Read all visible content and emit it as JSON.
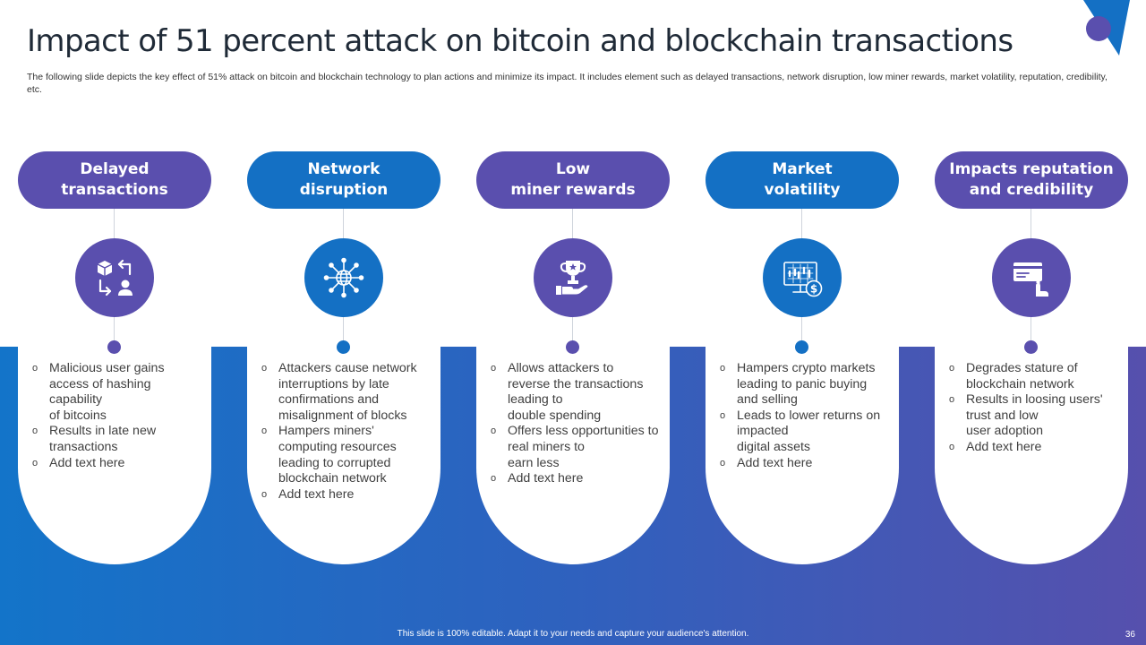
{
  "slide": {
    "title": "Impact of 51 percent attack on bitcoin and blockchain transactions",
    "subtitle": "The following slide depicts the key effect of 51% attack on bitcoin and blockchain technology to plan actions and minimize its impact. It includes element such as delayed transactions, network disruption, low miner rewards, market volatility, reputation, credibility, etc.",
    "footer": "This slide is 100% editable.  Adapt it to your needs and capture your audience's attention.",
    "page_number": "36"
  },
  "colors": {
    "purple": "#5a4fae",
    "blue": "#1470c4",
    "title_text": "#1f2a37"
  },
  "columns": [
    {
      "heading": "Delayed\ntransactions",
      "icon": "package-user-transfer-icon",
      "bullets": [
        "Malicious user gains access of hashing capability\nof bitcoins",
        "Results in late new transactions",
        "Add text here"
      ]
    },
    {
      "heading": "Network\ndisruption",
      "icon": "global-network-icon",
      "bullets": [
        "Attackers cause network interruptions by late confirmations and misalignment of blocks",
        "Hampers miners' computing resources leading to corrupted blockchain network",
        "Add text here"
      ]
    },
    {
      "heading": "Low\nminer rewards",
      "icon": "trophy-hand-icon",
      "bullets": [
        "Allows attackers to reverse the transactions leading to\ndouble spending",
        "Offers less opportunities to real miners to\nearn less",
        "Add text here"
      ]
    },
    {
      "heading": "Market\nvolatility",
      "icon": "stock-monitor-dollar-icon",
      "bullets": [
        "Hampers crypto markets leading to panic buying and selling",
        "Leads to lower returns on impacted\ndigital assets",
        "Add text here"
      ]
    },
    {
      "heading": "Impacts reputation\nand credibility",
      "icon": "card-pointer-hand-icon",
      "bullets": [
        "Degrades stature of blockchain network",
        "Results in loosing users' trust and low\nuser adoption",
        "Add text here"
      ]
    }
  ]
}
